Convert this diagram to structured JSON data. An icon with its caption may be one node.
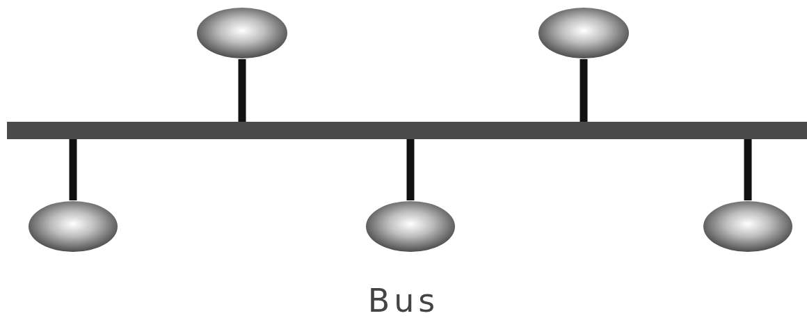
{
  "diagram": {
    "caption": "Bus",
    "nodes": [
      {
        "text": [],
        "shape": "ellipse"
      },
      {
        "text": [],
        "shape": "ellipse"
      },
      {
        "text": [],
        "shape": "bar"
      },
      {
        "text": [],
        "shape": "ellipse"
      },
      {
        "text": [],
        "shape": "ellipse"
      },
      {
        "text": [],
        "shape": "ellipse"
      }
    ],
    "edges": [
      {
        "from": 2,
        "to": 0,
        "arrow": "none"
      },
      {
        "from": 2,
        "to": 1,
        "arrow": "none"
      },
      {
        "from": 2,
        "to": 3,
        "arrow": "none"
      },
      {
        "from": 2,
        "to": 4,
        "arrow": "none"
      },
      {
        "from": 2,
        "to": 5,
        "arrow": "none"
      }
    ]
  }
}
